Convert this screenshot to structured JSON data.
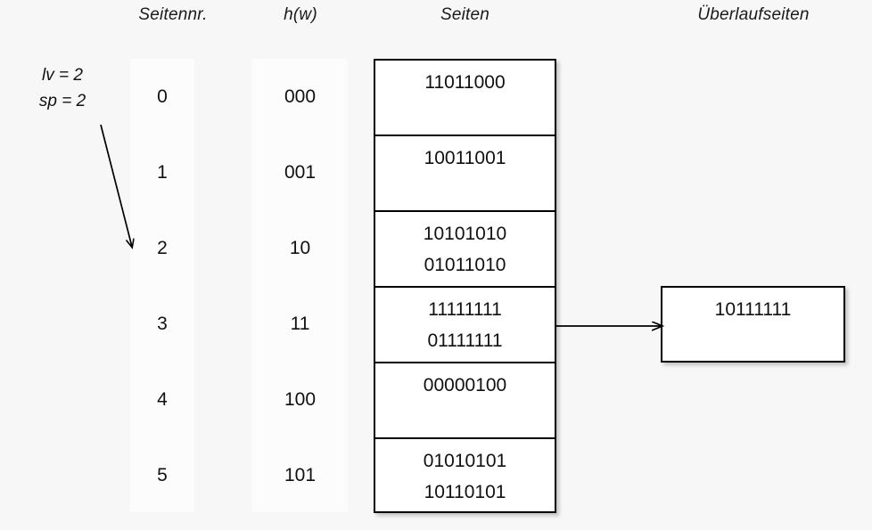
{
  "headers": {
    "seitennr": "Seitennr.",
    "hw": "h(w)",
    "seiten": "Seiten",
    "ueberlaufseiten": "Überlaufseiten"
  },
  "params": {
    "lv": "lv = 2",
    "sp": "sp = 2"
  },
  "rows": [
    {
      "seitennr": "0",
      "hw": "000",
      "seiten": [
        "11011000"
      ]
    },
    {
      "seitennr": "1",
      "hw": "001",
      "seiten": [
        "10011001"
      ]
    },
    {
      "seitennr": "2",
      "hw": "10",
      "seiten": [
        "10101010",
        "01011010"
      ]
    },
    {
      "seitennr": "3",
      "hw": "11",
      "seiten": [
        "11111111",
        "01111111"
      ]
    },
    {
      "seitennr": "4",
      "hw": "100",
      "seiten": [
        "00000100"
      ]
    },
    {
      "seitennr": "5",
      "hw": "101",
      "seiten": [
        "01010101",
        "10110101"
      ]
    }
  ],
  "overflow": {
    "lines": [
      "10111111"
    ]
  },
  "arrows": {
    "sp_pointer": "arrow from lv/sp labels to page number 2",
    "overflow_link": "arrow from page 3 to overflow page 10111111"
  },
  "colors": {
    "background": "#f7f7f7",
    "box_fill": "#ffffff",
    "border": "#000000",
    "text": "#111111",
    "column_tint": "#fcfcfc"
  }
}
